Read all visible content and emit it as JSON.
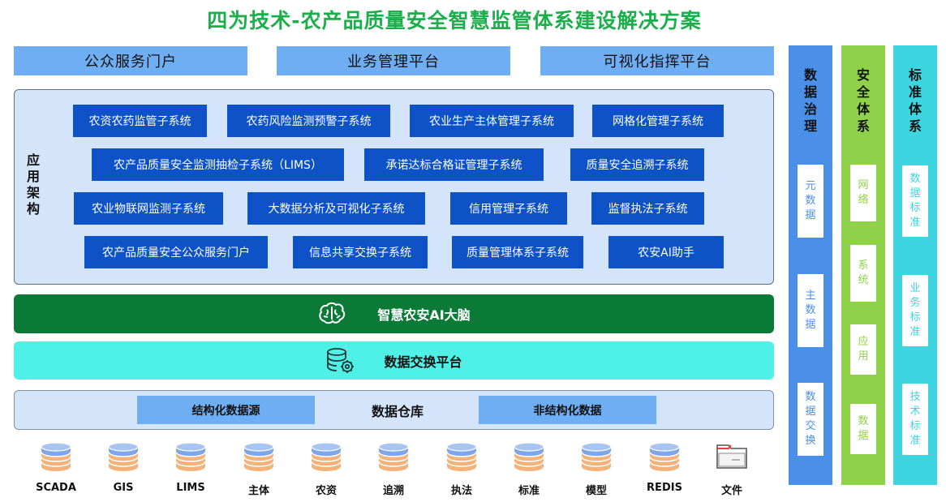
{
  "title": "四为技术-农产品质量安全智慧监管体系建设解决方案",
  "portals": [
    "公众服务门户",
    "业务管理平台",
    "可视化指挥平台"
  ],
  "app_arch": {
    "label": "应用架构",
    "subsystems": [
      "农资农药监管子系统",
      "农药风险监测预警子系统",
      "农业生产主体管理子系统",
      "网格化管理子系统",
      "农产品质量安全监测抽检子系统（LIMS）",
      "承诺达标合格证管理子系统",
      "质量安全追溯子系统",
      "农业物联网监测子系统",
      "大数据分析及可视化子系统",
      "信用管理子系统",
      "监督执法子系统",
      "农产品质量安全公众服务门户",
      "信息共享交换子系统",
      "质量管理体系子系统",
      "农安AI助手"
    ]
  },
  "ai_brain": {
    "label": "智慧农安AI大脑",
    "icon": "brain-icon"
  },
  "data_exchange": {
    "label": "数据交换平台",
    "icon": "database-gear-icon"
  },
  "warehouse": {
    "label": "数据仓库",
    "structured": "结构化数据源",
    "unstructured": "非结构化数据"
  },
  "data_sources": [
    "SCADA",
    "GIS",
    "LIMS",
    "主体",
    "农资",
    "追溯",
    "执法",
    "标准",
    "模型",
    "REDIS",
    "文件"
  ],
  "side_columns": [
    {
      "title": "数据治理",
      "color": "#4a90e8",
      "text_color": "#111111",
      "items": [
        "元数据",
        "主数据",
        "数据交换"
      ]
    },
    {
      "title": "安全体系",
      "color": "#8fd24a",
      "text_color": "#111111",
      "items": [
        "网络",
        "系统",
        "应用",
        "数据"
      ]
    },
    {
      "title": "标准体系",
      "color": "#3dd6e0",
      "text_color": "#111111",
      "items": [
        "数据标准",
        "业务标准",
        "技术标准"
      ]
    }
  ],
  "colors": {
    "title": "#1bae4b",
    "subsystem_bg": "#0d52c6",
    "brain_bg": "#0b7a37",
    "exchange_bg": "#4ff1e7",
    "portal_bg": "#70aef3"
  }
}
